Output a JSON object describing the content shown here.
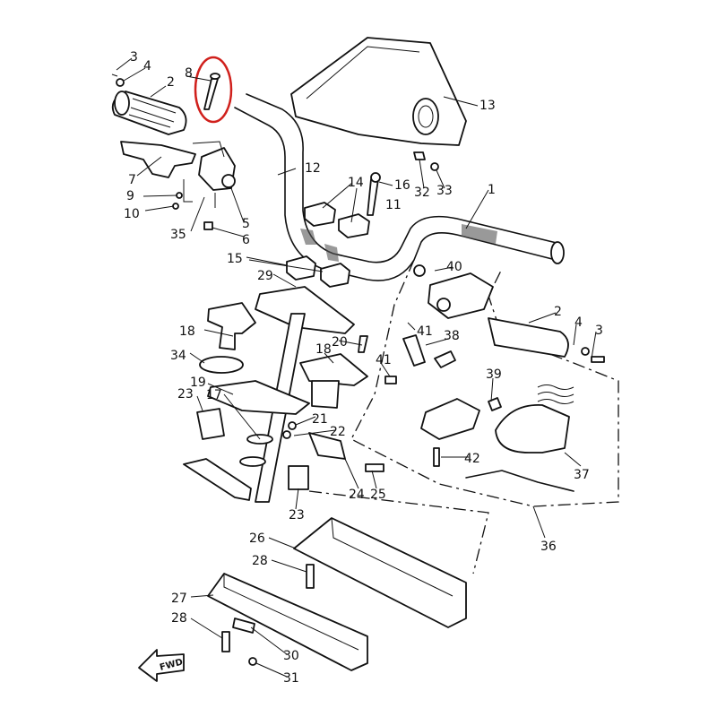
{
  "diagram": {
    "type": "exploded-parts-diagram",
    "highlight_color": "#d0201c",
    "highlighted_part": "8",
    "direction_arrow": "FWD",
    "labels": [
      "3",
      "4",
      "2",
      "8",
      "13",
      "12",
      "7",
      "16",
      "14",
      "32",
      "33",
      "1",
      "9",
      "10",
      "11",
      "35",
      "5",
      "6",
      "15",
      "29",
      "40",
      "2",
      "18",
      "41",
      "38",
      "4",
      "3",
      "20",
      "18",
      "34",
      "41",
      "39",
      "19",
      "23",
      "17",
      "21",
      "22",
      "37",
      "42",
      "24",
      "25",
      "23",
      "36",
      "26",
      "28",
      "27",
      "28",
      "30",
      "31"
    ]
  }
}
